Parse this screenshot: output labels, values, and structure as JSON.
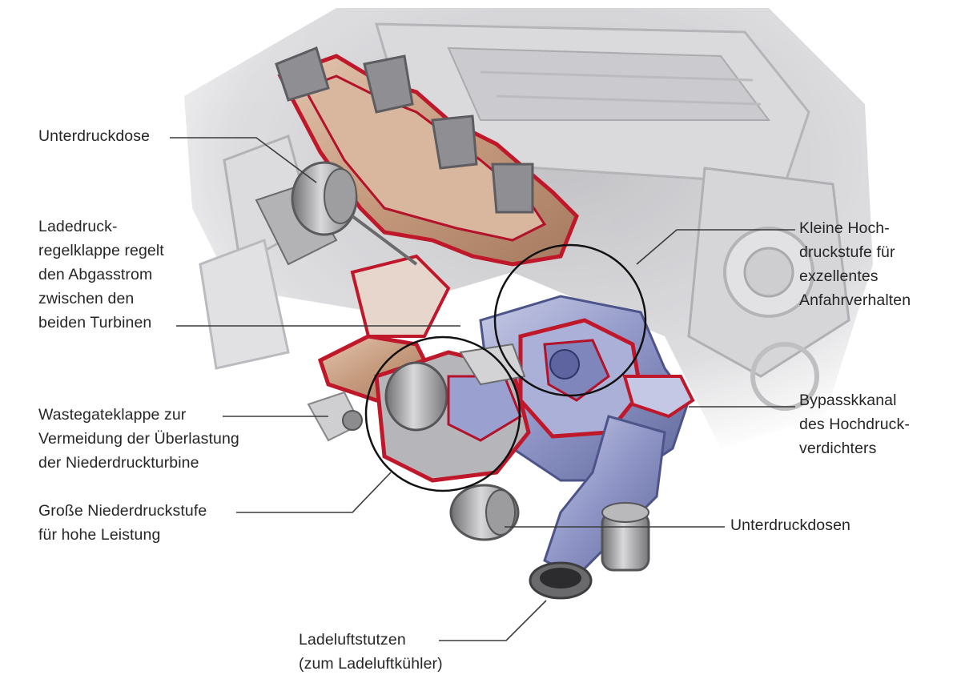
{
  "labels": {
    "unterdruckdose": "Unterdruckdose",
    "ladedruckregelklappe": "Ladedruck-\nregelklappe regelt\nden Abgasstrom\nzwischen den\nbeiden Turbinen",
    "wastegateklappe": "Wastegateklappe zur\nVermeidung der Überlastung\nder Niederdruckturbine",
    "niederdruckstufe": "Große Niederdruckstufe\nfür hohe Leistung",
    "ladeluftstutzen": "Ladeluftstutzen\n(zum Ladeluftkühler)",
    "hochdruckstufe": "Kleine Hoch-\ndruckstufe für\nexzellentes\nAnfahrverhalten",
    "bypasskanal": "Bypasskkanal\ndes Hochdruck-\nverdichters",
    "unterdruckdosen": "Unterdruckdosen"
  },
  "colors": {
    "engine_gray": "#c9c9cc",
    "cutaway_red": "#c0182b",
    "manifold_copper": "#c9a48a",
    "compressor_blue": "#8f96c8",
    "leader_line": "#3a3a3a"
  }
}
